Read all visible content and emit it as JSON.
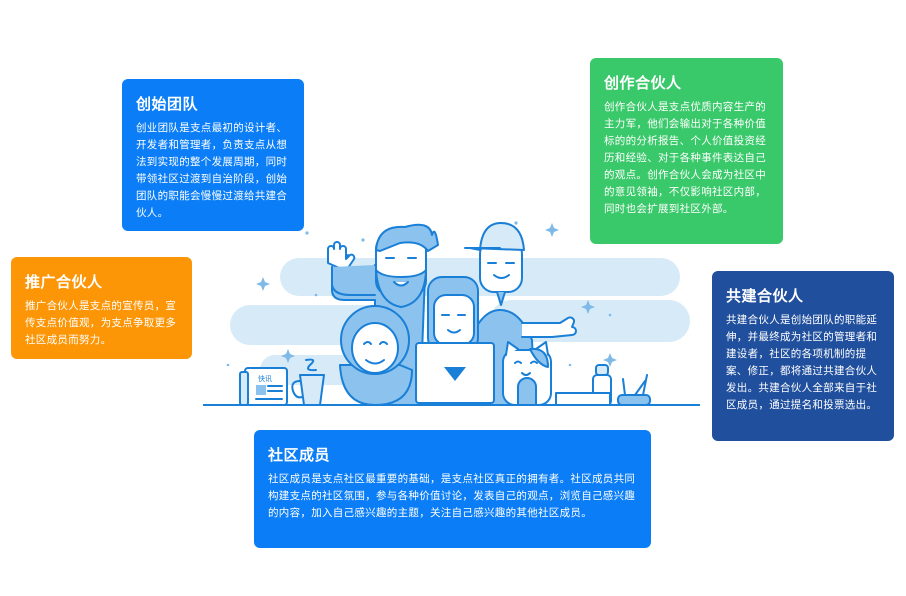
{
  "cards": {
    "founding": {
      "title": "创始团队",
      "body": "创业团队是支点最初的设计者、开发者和管理者，负责支点从想法到实现的整个发展周期，同时带领社区过渡到自治阶段，创始团队的职能会慢慢过渡给共建合伙人。",
      "color": "#0a7df7"
    },
    "creator": {
      "title": "创作合伙人",
      "body": "创作合伙人是支点优质内容生产的主力军，他们会输出对于各种价值标的的分析报告、个人价值投资经历和经验、对于各种事件表达自己的观点。创作合伙人会成为社区中的意见领袖，不仅影响社区内部，同时也会扩展到社区外部。",
      "color": "#3ac96a"
    },
    "promo": {
      "title": "推广合伙人",
      "body": "推广合伙人是支点的宣传员，宣传支点价值观，为支点争取更多社区成员而努力。",
      "color": "#fc9607"
    },
    "cobuild": {
      "title": "共建合伙人",
      "body": "共建合伙人是创始团队的职能延伸，并最终成为社区的管理者和建设者，社区的各项机制的提案、修正，都将通过共建合伙人发出。共建合伙人全部来自于社区成员，通过提名和投票选出。",
      "color": "#204f9d"
    },
    "member": {
      "title": "社区成员",
      "body": "社区成员是支点社区最重要的基础，是支点社区真正的拥有者。社区成员共同构建支点的社区氛围，参与各种价值讨论，发表自己的观点，浏览自己感兴趣的内容，加入自己感兴趣的主题，关注自己感兴趣的其他社区成员。",
      "color": "#0a7df7"
    }
  },
  "illustration": {
    "newspaper_label": "快讯",
    "colors": {
      "line": "#1a7fd6",
      "fill": "#8cc3ee",
      "light": "#d6eaf8",
      "white": "#ffffff"
    }
  }
}
